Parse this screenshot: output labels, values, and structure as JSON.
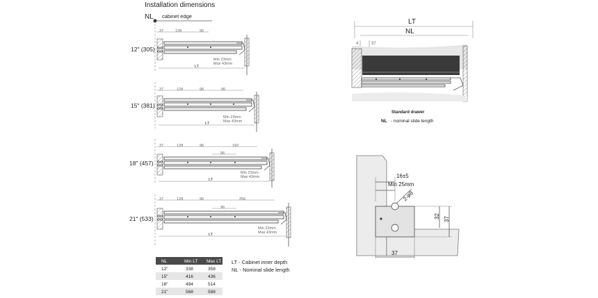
{
  "title": "Installation dimensions",
  "nl_label": "NL",
  "cabinet_edge": "cabinet edge",
  "variants": [
    {
      "size": "12\" (305)",
      "dims": [
        "37",
        "128",
        "96"
      ],
      "min": "Min 23mm",
      "max": "Max 43mm",
      "lt": "LT"
    },
    {
      "size": "15\" (381)",
      "dims": [
        "37",
        "128",
        "96",
        "96"
      ],
      "min": "Min 23mm",
      "max": "Max 43mm",
      "lt": "LT"
    },
    {
      "size": "18\" (457)",
      "dims": [
        "37",
        "128",
        "96",
        "192",
        "96"
      ],
      "min": "Min 23mm",
      "max": "Max 43mm",
      "lt": "LT"
    },
    {
      "size": "21\" (533)",
      "dims": [
        "37",
        "128",
        "96",
        "256",
        "96"
      ],
      "min": "Min 23mm",
      "max": "Max 43mm",
      "lt": "LT"
    }
  ],
  "table": {
    "headers": [
      "NL",
      "Min LT",
      "Max LT"
    ],
    "rows": [
      [
        "12\"",
        "338",
        "358"
      ],
      [
        "15\"",
        "416",
        "436"
      ],
      [
        "18\"",
        "494",
        "514"
      ],
      [
        "21\"",
        "568",
        "588"
      ]
    ]
  },
  "legend": [
    "LT - Cabinet inner depth",
    "NL - Nominal slide length"
  ],
  "standard": {
    "lt": "LT",
    "nl": "NL",
    "d4": "4",
    "d37": "37",
    "caption": "Standard drawer",
    "nl_note_key": "NL",
    "nl_note": " - nominal slide length"
  },
  "detail": {
    "d16": "16±5",
    "min25": "Min 25mm",
    "hole": "2-ø8",
    "d32": "32",
    "d37v": "37",
    "d37h": "37"
  }
}
